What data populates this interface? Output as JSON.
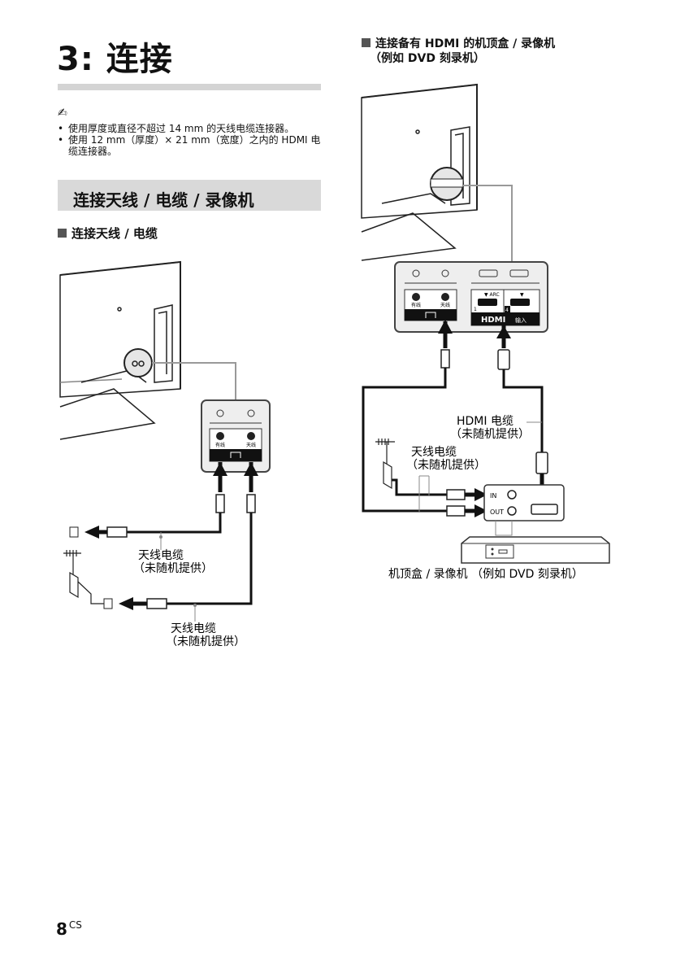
{
  "chapter_title": "3: 连接",
  "note_icon": "✍",
  "notes": [
    "使用厚度或直径不超过 14 mm 的天线电缆连接器。",
    "使用 12 mm（厚度）× 21 mm（宽度）之内的 HDMI 电缆连接器。"
  ],
  "section_title": "连接天线 / 电缆 / 录像机",
  "left_subheading": "连接天线 / 电缆",
  "right_subheading_line1": "连接备有 HDMI 的机顶盒 / 录像机",
  "right_subheading_line2": "（例如 DVD 刻录机）",
  "cable_label_1": "天线电缆",
  "cable_sub_1": "（未随机提供）",
  "cable_label_2": "天线电缆",
  "cable_sub_2": "（未随机提供）",
  "hdmi_cable_label": "HDMI 电缆",
  "hdmi_cable_sub": "（未随机提供）",
  "antenna_cable_label_r": "天线电缆",
  "antenna_cable_sub_r": "（未随机提供）",
  "device_caption": "机顶盒 / 录像机 （例如 DVD 刻录机）",
  "panel_left": {
    "cable_port": "有线",
    "antenna_port": "天线"
  },
  "panel_right": {
    "cable_port": "有线",
    "antenna_port": "天线",
    "arc": "▼ ARC",
    "arrow": "▼",
    "hdmi_num_1": "1",
    "hdmi_num_4": "4",
    "hdmi_logo": "HDMI",
    "hdmi_input": "输入"
  },
  "recorder": {
    "in_label": "IN",
    "out_label": "OUT"
  },
  "page_number": "8",
  "page_suffix": "CS"
}
